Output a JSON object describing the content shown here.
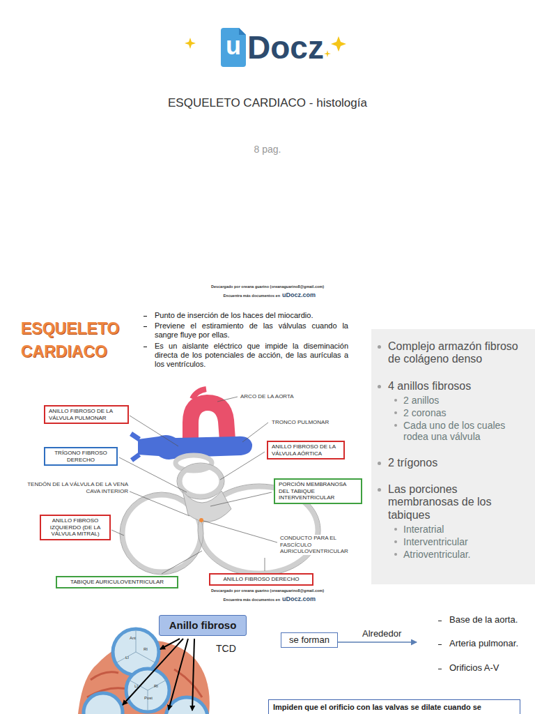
{
  "diagram": {
    "title": "ESQUELETO CARDIACO - histología",
    "nodes": [
      {
        "text": [
          "Complejo armazón fibroso de colágeno denso",
          "4 anillos fibrosos",
          "2 anillos",
          "2 coronas",
          "Cada uno de los cuales rodea una válvula",
          "2 trígonos",
          "Las porciones membranosas de los tabiques",
          "Interatrial",
          "Interventricular",
          "Atrioventricular."
        ]
      },
      {
        "text": [
          "ANILLO FIBROSO DE LA VÁLVULA PULMONAR"
        ]
      },
      {
        "text": [
          "TRÍGONO FIBROSO DERECHO"
        ]
      },
      {
        "text": [
          "ANILLO FIBROSO DE LA VÁLVULA AÓRTICA"
        ]
      },
      {
        "text": [
          "PORCIÓN MEMBRANOSA DEL TABIQUE INTERVENTRICULAR"
        ]
      },
      {
        "text": [
          "ANILLO FIBROSO IZQUIERDO (DE LA VÁLVULA MITRAL)"
        ]
      },
      {
        "text": [
          "TABIQUE AURICULOVENTRICULAR"
        ]
      },
      {
        "text": [
          "ANILLO FIBROSO DERECHO"
        ]
      },
      {
        "text": [
          "Anillo fibroso"
        ]
      },
      {
        "text": [
          "se forman"
        ]
      },
      {
        "text": [
          "Impiden que el orificio con las valvas se dilate cuando se"
        ]
      }
    ],
    "labels": [
      "u",
      "Docz",
      "8 pag.",
      "Descargado por oreana guarino (oreanaguarino8@gmail.com)",
      "Encuentra más documentos en",
      "uDocz.com",
      "ESQUELETO CARDIACO",
      "Punto de inserción de los haces del miocardio.",
      "Previene el estiramiento de las válvulas cuando la sangre fluye por ellas.",
      "Es un aislante eléctrico que impide la diseminación directa de los potenciales de acción, de las aurículas a los ventrículos.",
      "ARCO DE LA AORTA",
      "TRONCO PULMONAR",
      "TENDÓN DE LA VÁLVULA DE LA VENA CAVA INTERIOR",
      "CONDUCTO PARA EL FASCÍCULO AURICULOVENTRICULAR",
      "Descargado por oreana guarino (oreanaguarino8@gmail.com)",
      "Encuentra más documentos en",
      "uDocz.com",
      "TCD",
      "Alrededor",
      "Base de la aorta.",
      "Arteria pulmonar.",
      "Orificios A-V",
      "Ant",
      "RI",
      "LI",
      "LI",
      "RI",
      "Post"
    ]
  }
}
